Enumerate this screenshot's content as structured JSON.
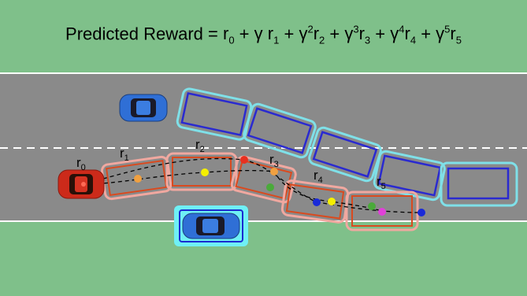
{
  "formula": {
    "lhs": "Predicted Reward =",
    "terms": [
      {
        "coef": "",
        "exp": "",
        "r": "r",
        "sub": "0"
      },
      {
        "coef": "γ",
        "exp": "",
        "r": "r",
        "sub": "1"
      },
      {
        "coef": "γ",
        "exp": "2",
        "r": "r",
        "sub": "2"
      },
      {
        "coef": "γ",
        "exp": "3",
        "r": "r",
        "sub": "3"
      },
      {
        "coef": "γ",
        "exp": "4",
        "r": "r",
        "sub": "4"
      },
      {
        "coef": "γ",
        "exp": "5",
        "r": "r",
        "sub": "5"
      }
    ],
    "plus": "+"
  },
  "labels": [
    {
      "r": "r",
      "sub": "0"
    },
    {
      "r": "r",
      "sub": "1"
    },
    {
      "r": "r",
      "sub": "2"
    },
    {
      "r": "r",
      "sub": "3"
    },
    {
      "r": "r",
      "sub": "4"
    },
    {
      "r": "r",
      "sub": "5"
    }
  ],
  "colors": {
    "grass": "#7fc08a",
    "road": "#8a8a8a",
    "lane_line": "#ffffff",
    "ego_car": "#cc2a1a",
    "other_car": "#2f6fd6",
    "predicted_box_outer": "#f0a8a0",
    "predicted_box_inner": "#d94a1f",
    "other_box_outer": "#7fe0e8",
    "other_box_inner": "#2a2ad0",
    "highlight": "#6ff0f5",
    "waypoints": [
      "#f0a040",
      "#f5f000",
      "#e83020",
      "#f0a040",
      "#4aaa3a",
      "#1a2ad8",
      "#f5f000",
      "#4aaa3a",
      "#e040d8",
      "#1a2ad8"
    ]
  },
  "icons": [
    "ego-car-icon",
    "blue-car-icon"
  ]
}
